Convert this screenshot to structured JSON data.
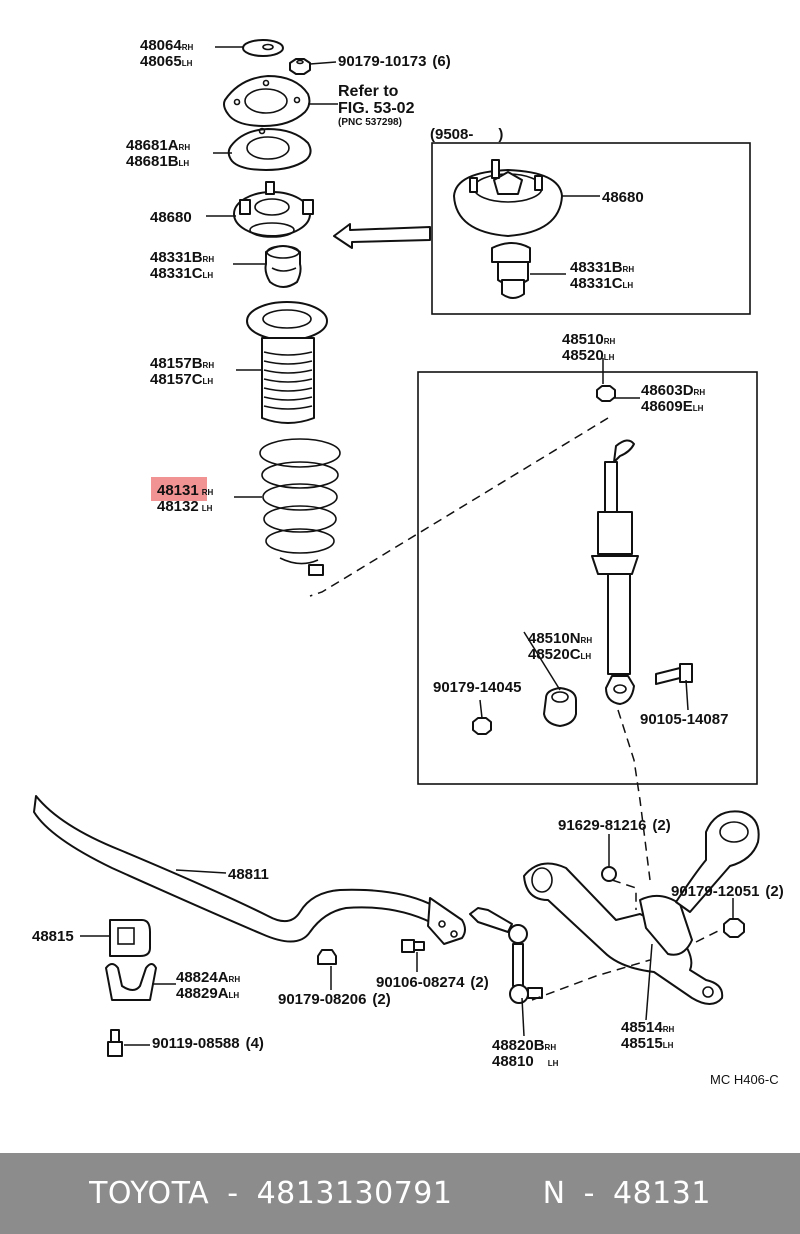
{
  "diagram": {
    "labels": {
      "l48064": {
        "code": "48064",
        "side": "RH"
      },
      "l48065": {
        "code": "48065",
        "side": "LH"
      },
      "l90179_10173": {
        "code": "90179-10173",
        "qty": "(6)"
      },
      "refer1": "Refer to",
      "refer2": "FIG. 53-02",
      "refer3": "(PNC 537298)",
      "l48681A": {
        "code": "48681A",
        "side": "RH"
      },
      "l48681B": {
        "code": "48681B",
        "side": "LH"
      },
      "inset_date": "(9508-      )",
      "l48680_main": "48680",
      "l48680_inset": "48680",
      "l48331B_main": {
        "code": "48331B",
        "side": "RH"
      },
      "l48331C_main": {
        "code": "48331C",
        "side": "LH"
      },
      "l48331B_inset": {
        "code": "48331B",
        "side": "RH"
      },
      "l48331C_inset": {
        "code": "48331C",
        "side": "LH"
      },
      "l48157B": {
        "code": "48157B",
        "side": "RH"
      },
      "l48157C": {
        "code": "48157C",
        "side": "LH"
      },
      "l48131": {
        "code": "48131",
        "side": "RH"
      },
      "l48132": {
        "code": "48132",
        "side": "LH"
      },
      "l48510": {
        "code": "48510",
        "side": "RH"
      },
      "l48520": {
        "code": "48520",
        "side": "LH"
      },
      "l48603D": {
        "code": "48603D",
        "side": "RH"
      },
      "l48609E": {
        "code": "48609E",
        "side": "LH"
      },
      "l48510N": {
        "code": "48510N",
        "side": "RH"
      },
      "l48520C": {
        "code": "48520C",
        "side": "LH"
      },
      "l90179_14045": "90179-14045",
      "l90105_14087": "90105-14087",
      "l91629_81216": {
        "code": "91629-81216",
        "qty": "(2)"
      },
      "l90179_12051": {
        "code": "90179-12051",
        "qty": "(2)"
      },
      "l48811": "48811",
      "l48815": "48815",
      "l48824A": {
        "code": "48824A",
        "side": "RH"
      },
      "l48829A": {
        "code": "48829A",
        "side": "LH"
      },
      "l90106_08274": {
        "code": "90106-08274",
        "qty": "(2)"
      },
      "l90179_08206": {
        "code": "90179-08206",
        "qty": "(2)"
      },
      "l90119_08588": {
        "code": "90119-08588",
        "qty": "(4)"
      },
      "l48820B": {
        "code": "48820B",
        "side": "RH"
      },
      "l48810": {
        "code": "48810",
        "side": "LH"
      },
      "l48514": {
        "code": "48514",
        "side": "RH"
      },
      "l48515": {
        "code": "48515",
        "side": "LH"
      },
      "diagram_id": "MC H406-C"
    },
    "highlight_color": "#f08080"
  },
  "footer": {
    "text": "TOYOTA - 4813130791     N - 48131"
  }
}
